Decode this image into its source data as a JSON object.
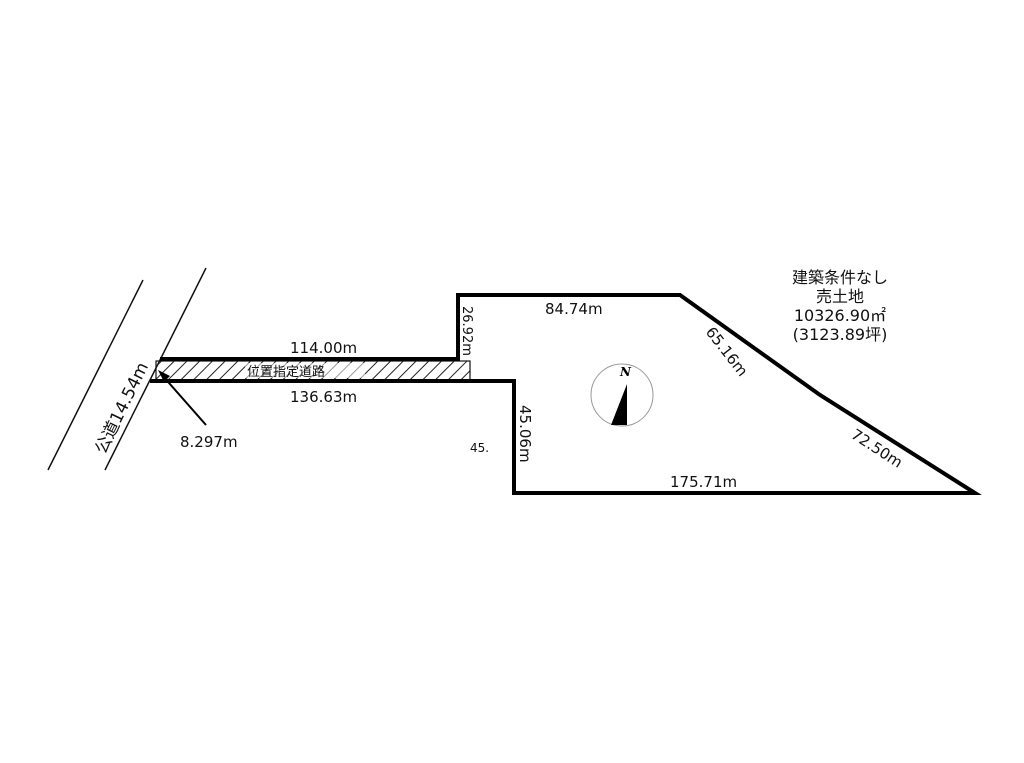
{
  "plot": {
    "title": "建築条件なし",
    "subtitle": "売土地",
    "area_sqm": "10326.90㎡",
    "area_tsubo": "(3123.89坪)"
  },
  "road": {
    "public_road_label": "公道14.54m",
    "designated_road_label": "位置指定道路",
    "road_width_label": "8.297m"
  },
  "dimensions": {
    "strip_top": "114.00m",
    "strip_bottom": "136.63m",
    "step_vertical": "26.92m",
    "top_edge": "84.74m",
    "diagonal_upper": "65.16m",
    "diagonal_lower": "72.50m",
    "left_vertical": "45.06m",
    "left_vertical_fragment": "45.",
    "bottom_edge": "175.71m"
  },
  "compass": {
    "label": "N"
  }
}
